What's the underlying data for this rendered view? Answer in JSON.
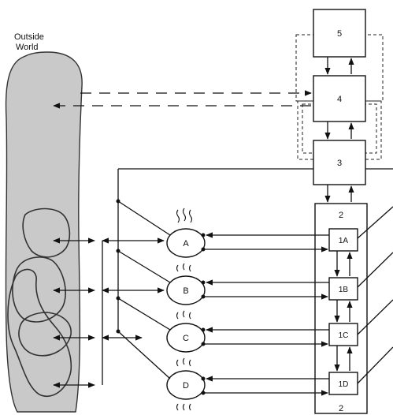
{
  "outside_world": {
    "line1": "Outside",
    "line2": "World"
  },
  "boxes": {
    "b5": "5",
    "b4": "4",
    "b3": "3",
    "b2_top": "2",
    "b2_bottom": "2",
    "b1a": "1A",
    "b1b": "1B",
    "b1c": "1C",
    "b1d": "1D"
  },
  "neurons": {
    "a": "A",
    "b": "B",
    "c": "C",
    "d": "D"
  }
}
